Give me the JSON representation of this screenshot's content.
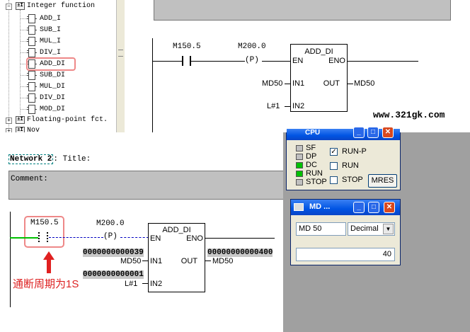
{
  "tree": {
    "folder_label": "Integer function",
    "items": [
      "ADD_I",
      "SUB_I",
      "MUL_I",
      "DIV_I",
      "ADD_DI",
      "SUB_DI",
      "MUL_DI",
      "DIV_DI",
      "MOD_DI"
    ],
    "next_folder": "Floating-point fct.",
    "partial_folder": "Nov"
  },
  "top_network": {
    "contact_addr": "M150.5",
    "pulse_addr": "M200.0",
    "pulse_symbol": "P",
    "box_name": "ADD_DI",
    "en": "EN",
    "eno": "ENO",
    "in1_label": "IN1",
    "in2_label": "IN2",
    "out_label": "OUT",
    "in1_value": "MD50",
    "in2_value": "L#1",
    "out_value": "MD50"
  },
  "watermark": "www.321gk.com",
  "network2": {
    "label": "Network 2",
    "title": ": Title:",
    "comment_label": "Comment:",
    "contact_addr": "M150.5",
    "pulse_addr": "M200.0",
    "pulse_symbol": "P",
    "box_name": "ADD_DI",
    "en": "EN",
    "eno": "ENO",
    "in1_label": "IN1",
    "in2_label": "IN2",
    "out_label": "OUT",
    "in1_status": "0000000000039",
    "in1_value": "MD50",
    "in2_status": "0000000000001",
    "in2_value": "L#1",
    "out_status": "0000000000040",
    "out_status_suffix": "0",
    "out_value": "MD50"
  },
  "annotation": "通断周期为1S",
  "cpu_window": {
    "title": "CPU",
    "leds": [
      {
        "label": "SF",
        "color": "#c0c0c0"
      },
      {
        "label": "DP",
        "color": "#c0c0c0"
      },
      {
        "label": "DC",
        "color": "#00c000"
      },
      {
        "label": "RUN",
        "color": "#00c000"
      },
      {
        "label": "STOP",
        "color": "#c0c0c0"
      }
    ],
    "modes": [
      {
        "label": "RUN-P",
        "checked": true,
        "mark": "✓"
      },
      {
        "label": "RUN",
        "checked": false,
        "mark": ""
      },
      {
        "label": "STOP",
        "checked": false,
        "mark": ""
      }
    ],
    "mres_label": "MRES"
  },
  "md_window": {
    "title": "MD ...",
    "address": "MD   50",
    "format": "Decimal",
    "value": "40"
  }
}
